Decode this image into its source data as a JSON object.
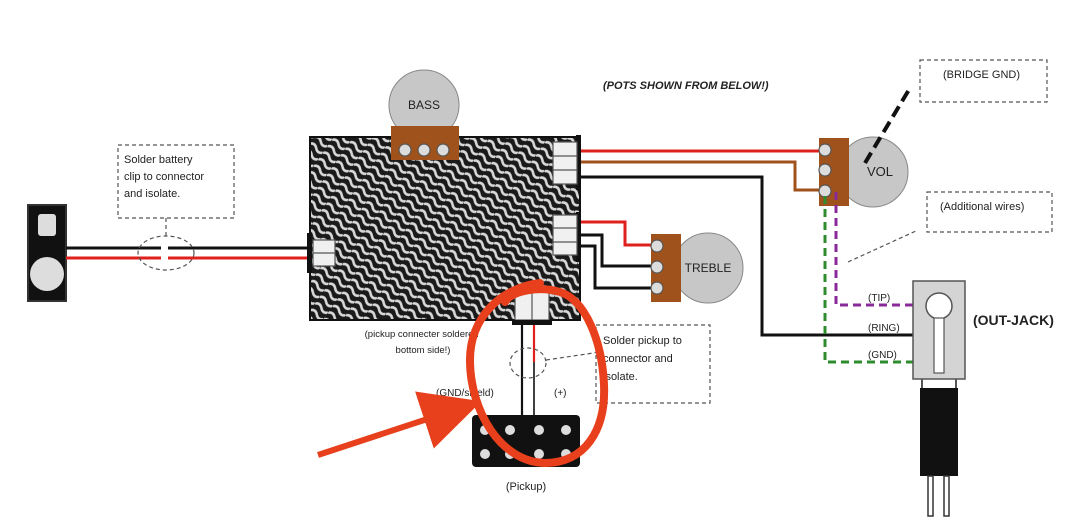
{
  "notes": {
    "pots_from_below": "(POTS SHOWN FROM BELOW!)",
    "battery": [
      "Solder battery",
      "clip to connector",
      "and isolate."
    ],
    "bridge_gnd": "(BRIDGE GND)",
    "additional_wires": "(Additional wires)",
    "pickup_connector": [
      "(pickup connecter soldered",
      "bottom side!)"
    ],
    "solder_pickup": [
      "Solder pickup to",
      "connector and",
      "isolate."
    ]
  },
  "components": {
    "bass": "BASS",
    "treble": "TREBLE",
    "vol": "VOL",
    "out_jack": "(OUT-JACK)",
    "pickup": "(Pickup)"
  },
  "jack_terminals": {
    "tip": "(TIP)",
    "ring": "(RING)",
    "gnd": "(GND)"
  },
  "pickup_terminals": {
    "gnd_shield": "(GND/shield)",
    "plus": "(+)"
  },
  "colors": {
    "wire_red": "#e0201c",
    "wire_black": "#111111",
    "wire_brown": "#a0521c",
    "wire_green": "#2e8b2e",
    "wire_purple": "#8a2a9a",
    "annotation": "#e8401c"
  }
}
